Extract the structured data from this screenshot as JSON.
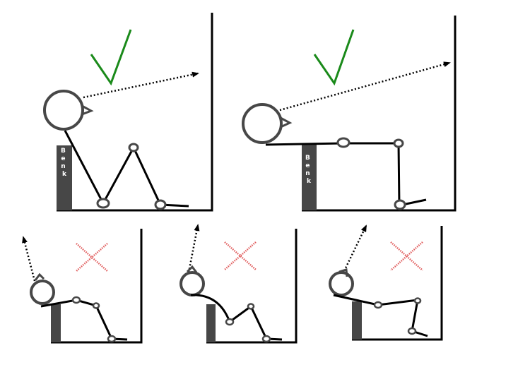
{
  "colors": {
    "line": "#000000",
    "figure": "#474747",
    "bench": "#474747",
    "good_mark": "#1a8a1a",
    "bad_mark": "#e05a5a",
    "bench_text": "#ffffff"
  },
  "panels": [
    {
      "id": "good-1",
      "verdict": "correct",
      "bench_label": "Benk"
    },
    {
      "id": "good-2",
      "verdict": "correct",
      "bench_label": "Benk"
    },
    {
      "id": "bad-1",
      "verdict": "incorrect",
      "bench_label": ""
    },
    {
      "id": "bad-2",
      "verdict": "incorrect",
      "bench_label": ""
    },
    {
      "id": "bad-3",
      "verdict": "incorrect",
      "bench_label": ""
    }
  ]
}
